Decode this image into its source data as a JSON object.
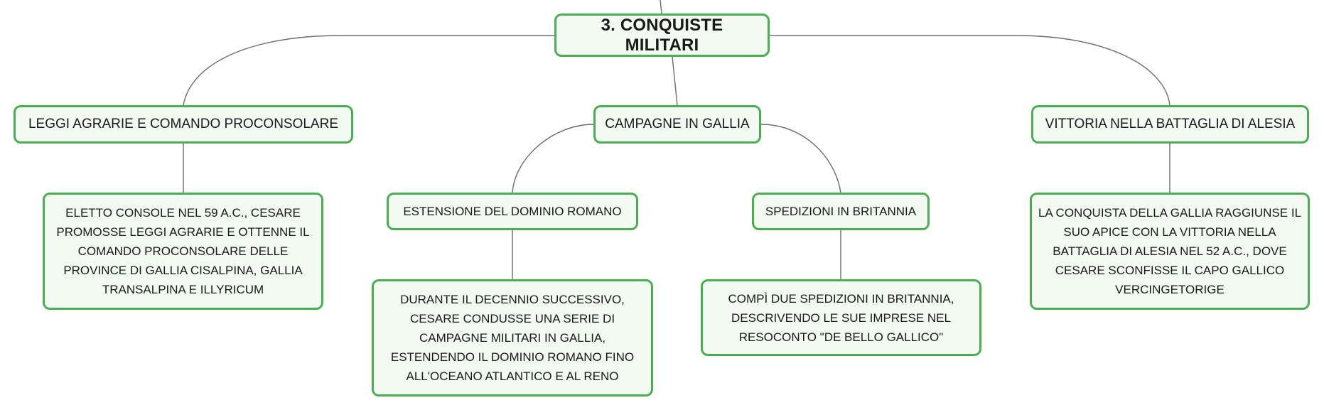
{
  "diagram": {
    "root": {
      "label": "3. CONQUISTE MILITARI"
    },
    "branches": {
      "left": {
        "label": "LEGGI AGRARIE E COMANDO PROCONSOLARE",
        "detail": "ELETTO CONSOLE NEL 59 A.C., CESARE PROMOSSE LEGGI AGRARIE E OTTENNE IL COMANDO PROCONSOLARE DELLE PROVINCE DI GALLIA CISALPINA, GALLIA TRANSALPINA E ILLYRICUM"
      },
      "center": {
        "label": "CAMPAGNE IN GALLIA",
        "children": {
          "left": {
            "label": "ESTENSIONE DEL DOMINIO ROMANO",
            "detail": "DURANTE IL DECENNIO SUCCESSIVO, CESARE CONDUSSE UNA SERIE DI CAMPAGNE MILITARI IN GALLIA, ESTENDENDO IL DOMINIO ROMANO FINO ALL'OCEANO ATLANTICO E AL RENO"
          },
          "right": {
            "label": "SPEDIZIONI IN BRITANNIA",
            "detail": "COMPÌ DUE SPEDIZIONI IN BRITANNIA, DESCRIVENDO LE SUE IMPRESE NEL RESOCONTO \"DE BELLO GALLICO\""
          }
        }
      },
      "right": {
        "label": "VITTORIA NELLA BATTAGLIA DI ALESIA",
        "detail": "LA CONQUISTA DELLA GALLIA RAGGIUNSE IL SUO APICE CON LA VITTORIA NELLA BATTAGLIA DI ALESIA NEL 52 A.C., DOVE CESARE SCONFISSE IL CAPO GALLICO VERCINGETORIGE"
      }
    }
  },
  "colors": {
    "node_border": "#4cae52",
    "node_fill": "#f2faf2",
    "connector": "#6d6d6d",
    "text": "#1a1a1a"
  }
}
